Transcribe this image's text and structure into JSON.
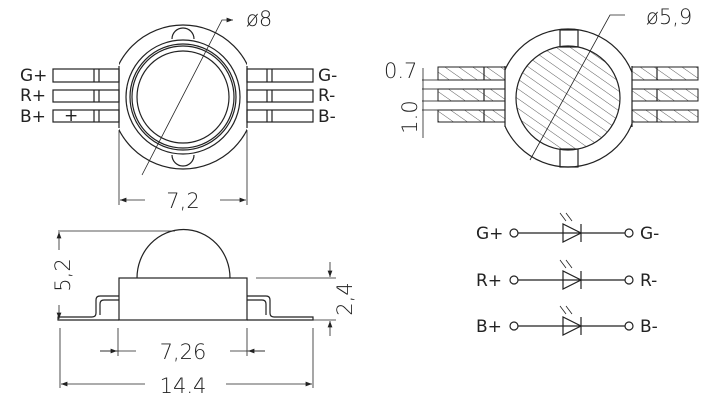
{
  "top_view": {
    "diameter_label": "ø8",
    "width_label": "7,2",
    "pins_left": [
      "G+",
      "R+",
      "B+"
    ],
    "pins_right": [
      "G-",
      "R-",
      "B-"
    ],
    "polarity_mark": "+"
  },
  "bottom_view": {
    "diameter_label": "ø5,9",
    "lead_width_label": "0.7",
    "lead_pitch_label": "1.0"
  },
  "side_view": {
    "height_label": "5,2",
    "body_height_label": "2,4",
    "body_width_label": "7,26",
    "total_width_label": "14.4"
  },
  "schematic": {
    "rows": [
      {
        "anode": "G+",
        "cathode": "G-"
      },
      {
        "anode": "R+",
        "cathode": "R-"
      },
      {
        "anode": "B+",
        "cathode": "B-"
      }
    ]
  }
}
